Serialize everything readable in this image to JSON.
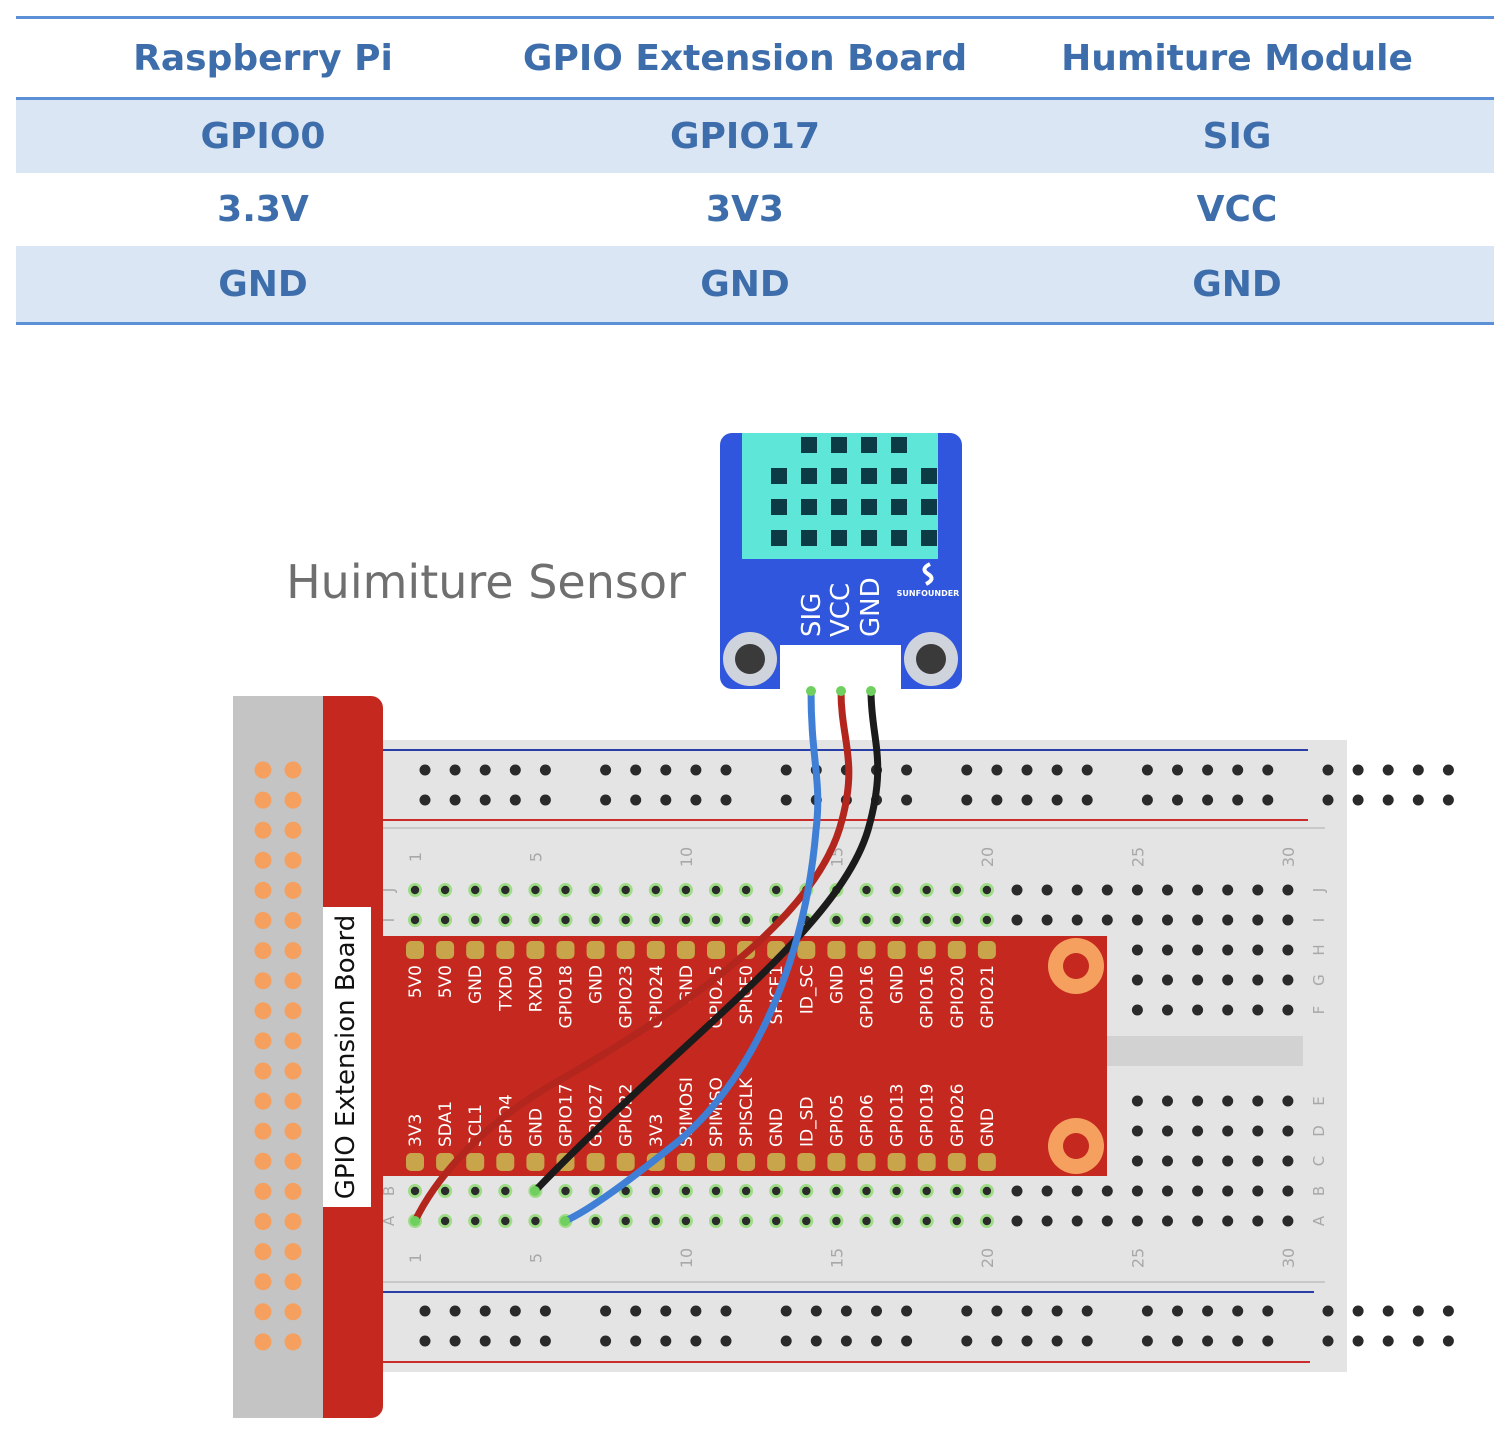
{
  "table": {
    "headers": [
      "Raspberry Pi",
      "GPIO Extension Board",
      "Humiture Module"
    ],
    "rows": [
      [
        "GPIO0",
        "GPIO17",
        "SIG"
      ],
      [
        "3.3V",
        "3V3",
        "VCC"
      ],
      [
        "GND",
        "GND",
        "GND"
      ]
    ]
  },
  "diagram": {
    "sensor_title": "Huimiture Sensor",
    "module_pins": [
      "SIG",
      "VCC",
      "GND"
    ],
    "module_brand": "SUNFOUNDER",
    "board_label": "GPIO Extension Board",
    "top_pins": [
      "5V0",
      "5V0",
      "GND",
      "TXD0",
      "RXD0",
      "GPIO18",
      "GND",
      "GPIO23",
      "GPIO24",
      "GND",
      "GPIO25",
      "SPICE0",
      "SPICE1",
      "ID_SC",
      "GND",
      "GPIO16",
      "GND",
      "GPIO16",
      "GPIO20",
      "GPIO21"
    ],
    "bottom_pins": [
      "3V3",
      "SDA1",
      "SCL1",
      "GPIO4",
      "GND",
      "GPIO17",
      "GPIO27",
      "GPIO22",
      "3V3",
      "SPIMOSI",
      "SPIMISO",
      "SPISCLK",
      "GND",
      "ID_SD",
      "GPIO5",
      "GPIO6",
      "GPIO13",
      "GPIO19",
      "GPIO26",
      "GND"
    ],
    "column_numbers": [
      "1",
      "5",
      "10",
      "15",
      "20",
      "25",
      "30"
    ],
    "row_letters_top": [
      "J",
      "I",
      "H",
      "G",
      "F"
    ],
    "row_letters_bottom": [
      "E",
      "D",
      "C",
      "B",
      "A"
    ],
    "wire_colors": {
      "signal": "#3f7fd6",
      "power": "#b3261e",
      "ground": "#1b1b1b"
    },
    "colors": {
      "board_red": "#c4281f",
      "module_blue": "#2f56dc",
      "sensor_cyan": "#5ee6d8",
      "pin_gold": "#c8a44a",
      "hole_orange": "#f5a05f"
    }
  }
}
